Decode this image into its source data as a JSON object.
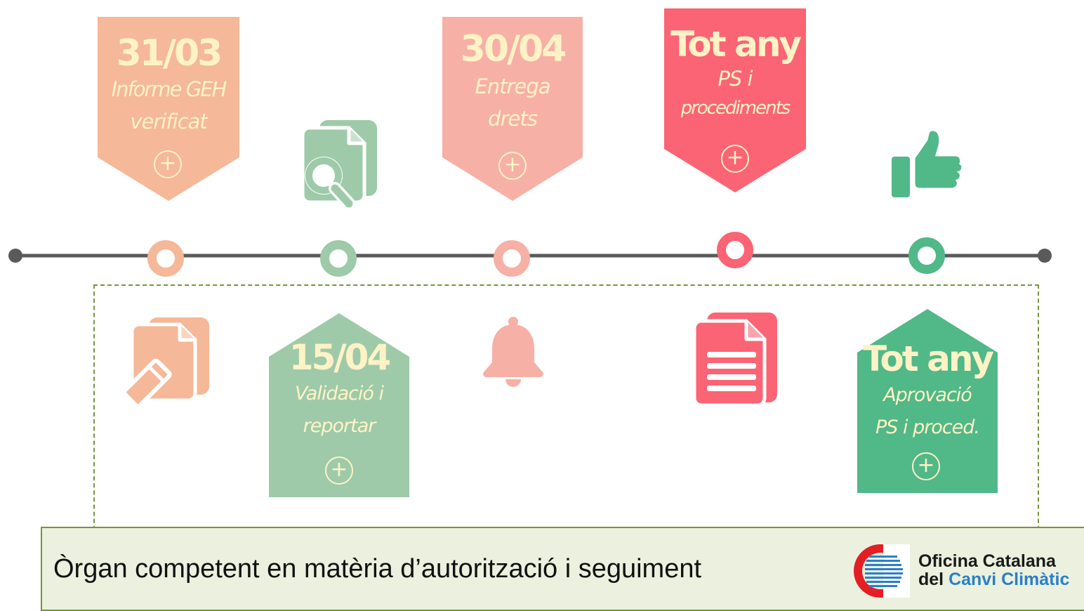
{
  "colors": {
    "peach": "#f5b898",
    "salmon": "#f7b0a6",
    "coral": "#fb6474",
    "sage": "#9ecaa9",
    "green": "#51b888",
    "line": "#5a5a5a",
    "label": "#fff3c6",
    "dashed_box": "#77933c",
    "footer_bg": "#ebf1de"
  },
  "milestones": {
    "m1": {
      "date": "31/03",
      "desc1": "Informe GEH",
      "desc2": "verificat",
      "plus": "+",
      "icon": "document-pencil-icon",
      "color": "#f5b898"
    },
    "m2": {
      "date": "15/04",
      "desc1": "Validació i",
      "desc2": "reportar",
      "plus": "+",
      "icon": "document-search-icon",
      "color": "#9ecaa9"
    },
    "m3": {
      "date": "30/04",
      "desc1": "Entrega",
      "desc2": "drets",
      "plus": "+",
      "icon": "bell-icon",
      "color": "#f7b0a6"
    },
    "m4": {
      "date": "Tot any",
      "desc1": "PS  i",
      "desc2": "procediments",
      "plus": "+",
      "icon": "document-lines-icon",
      "color": "#fb6474"
    },
    "m5": {
      "date": "Tot any",
      "desc1": "Aprovació",
      "desc2": "PS i proced.",
      "plus": "+",
      "icon": "thumbs-up-icon",
      "color": "#51b888"
    }
  },
  "footer": {
    "text": "Òrgan competent en matèria d’autorització i seguiment",
    "logo_line1": "Oficina Catalana",
    "logo_line2_a": "del ",
    "logo_line2_b": "Canvi Climàtic"
  }
}
